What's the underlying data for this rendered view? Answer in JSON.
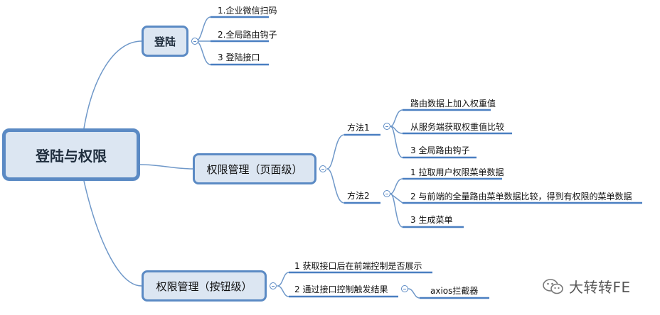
{
  "root": {
    "label": "登陆与权限"
  },
  "login": {
    "label": "登陆",
    "items": [
      "1.企业微信扫码",
      "2.全局路由钩子",
      "3 登陆接口"
    ]
  },
  "page_perm": {
    "label": "权限管理（页面级）",
    "method1": {
      "label": "方法1",
      "items": [
        "路由数据上加入权重值",
        "从服务端获取权重值比较",
        "3 全局路由钩子"
      ]
    },
    "method2": {
      "label": "方法2",
      "items": [
        "1 拉取用户权限菜单数据",
        "2 与前端的全量路由菜单数据比较，得到有权限的菜单数据",
        "3 生成菜单"
      ]
    }
  },
  "button_perm": {
    "label": "权限管理（按钮级）",
    "items": [
      "1 获取接口后在前端控制是否展示",
      "2 通过接口控制触发结果"
    ],
    "sub": "axios拦截器"
  },
  "watermark": {
    "text": "大转转FE"
  },
  "colors": {
    "line": "#5b8ac4",
    "underline": "#4a7fc1",
    "node_fill": "#dce6f2"
  }
}
